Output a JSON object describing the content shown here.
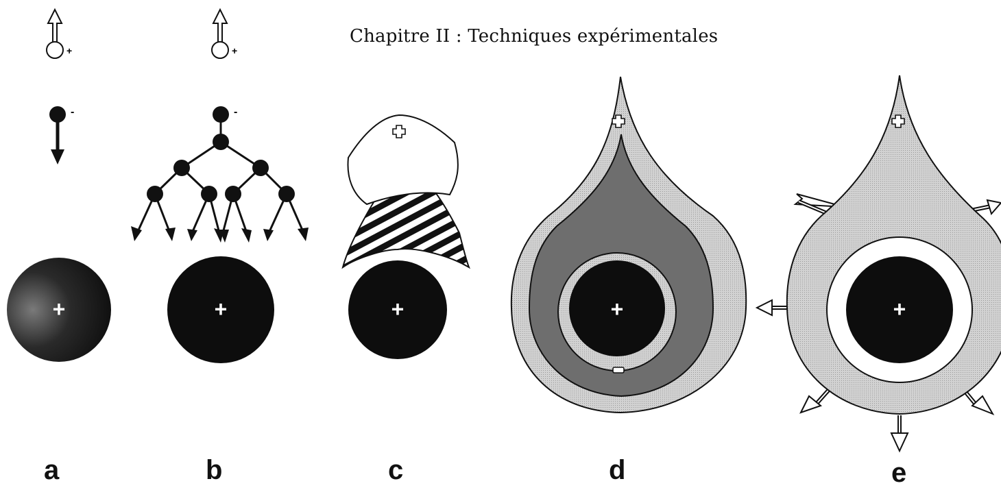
{
  "title": "Chapitre II : Techniques expérimentales",
  "panels": [
    {
      "label": "a"
    },
    {
      "label": "b"
    },
    {
      "label": "c"
    },
    {
      "label": "d"
    },
    {
      "label": "e"
    }
  ],
  "signs": {
    "plus": "+",
    "minus": "-"
  },
  "colors": {
    "ink": "#111111",
    "ion": "#0d0d0d",
    "light_gray": "#cfcfcf",
    "dark_gray": "#6e6e6e",
    "white": "#ffffff"
  }
}
